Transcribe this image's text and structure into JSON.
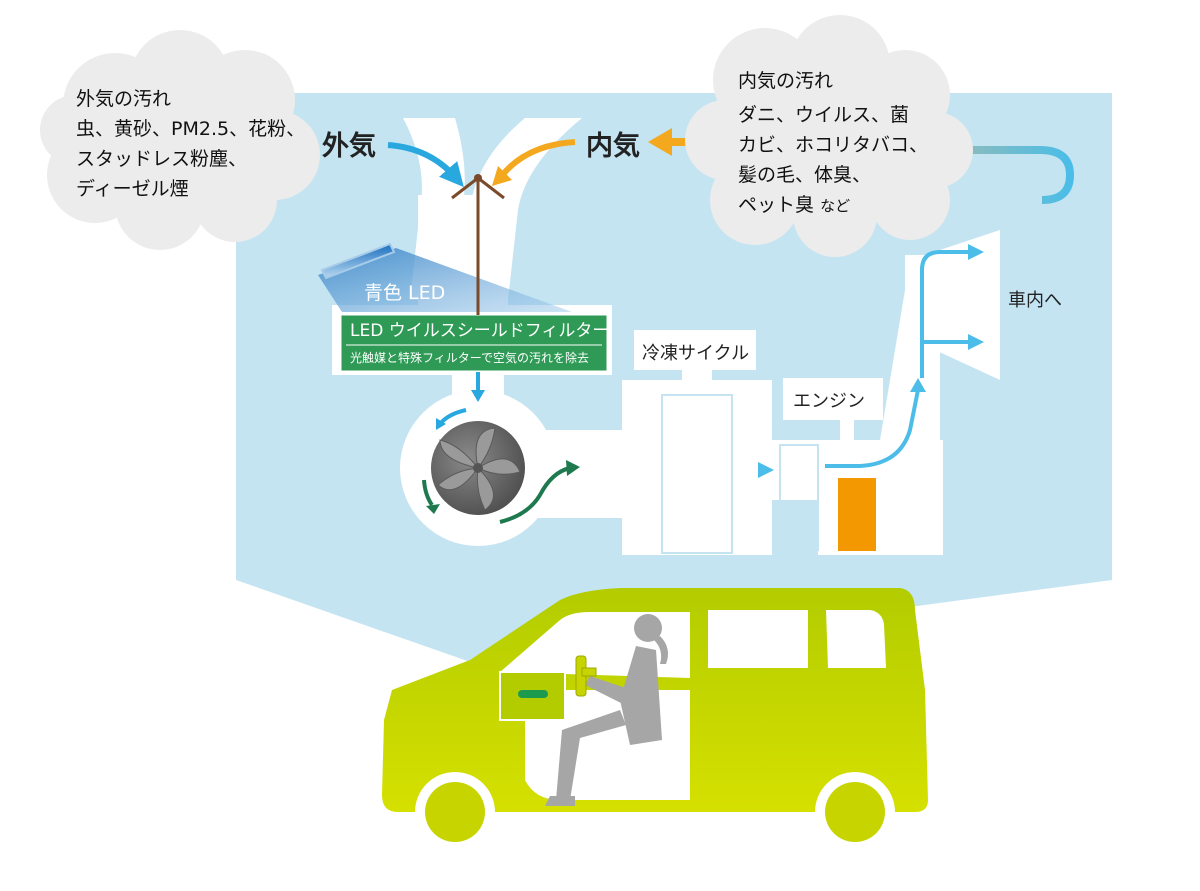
{
  "outside_cloud": {
    "title": "外気の汚れ",
    "lines": [
      "虫、黄砂、PM2.5、花粉、",
      "スタッドレス粉塵、",
      "ディーゼル煙"
    ]
  },
  "inside_cloud": {
    "title": "内気の汚れ",
    "lines": [
      "ダニ、ウイルス、菌",
      "カビ、ホコリタバコ、",
      "髪の毛、体臭、",
      "ペット臭"
    ],
    "suffix": "など"
  },
  "labels": {
    "outside_air": "外気",
    "inside_air": "内気",
    "blue_led": "青色 LED",
    "led_filter_title": "LED ウイルスシールドフィルター",
    "led_filter_sub": "光触媒と特殊フィルターで空気の汚れを除去",
    "refrigeration_cycle": "冷凍サイクル",
    "engine": "エンジン",
    "to_cabin": "車内へ"
  },
  "colors": {
    "panel": "#c4e4f2",
    "cloud": "#ececec",
    "blue_arrow": "#29a8e0",
    "orange_arrow": "#f4a81d",
    "green_arrow": "#1e7a4e",
    "filter_green": "#2e9a55",
    "engine_orange": "#f39800",
    "car_body": "#c8d400",
    "lever_brown": "#7a4a2a",
    "person_gray": "#a6a6a6"
  },
  "icons": [
    "fan-icon",
    "blue-led-lamp-icon",
    "damper-lever-icon",
    "car-icon",
    "driver-figure-icon"
  ]
}
